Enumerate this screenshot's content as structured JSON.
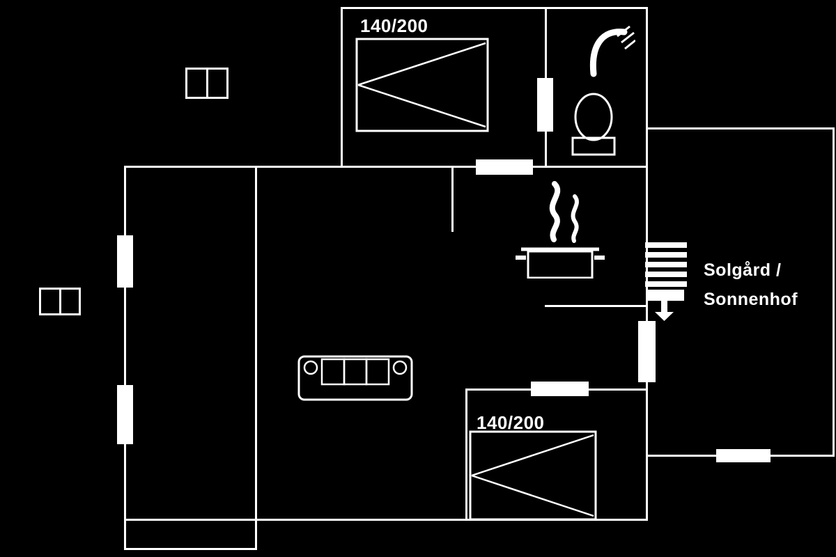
{
  "floor_plan": {
    "background_color": "#000000",
    "line_color": "#ffffff",
    "text_color": "#ffffff",
    "labels": {
      "bed_top": "140/200",
      "bed_bottom": "140/200",
      "annex_line1": "Solgård /",
      "annex_line2": "Sonnenhof"
    },
    "icons": [
      "double-bed-icon",
      "double-bed-icon",
      "toilet-icon",
      "shower-icon",
      "cooking-pot-steam-icon",
      "sofa-icon",
      "stairs-icon",
      "down-arrow-icon",
      "double-window-icon",
      "double-window-icon"
    ]
  }
}
